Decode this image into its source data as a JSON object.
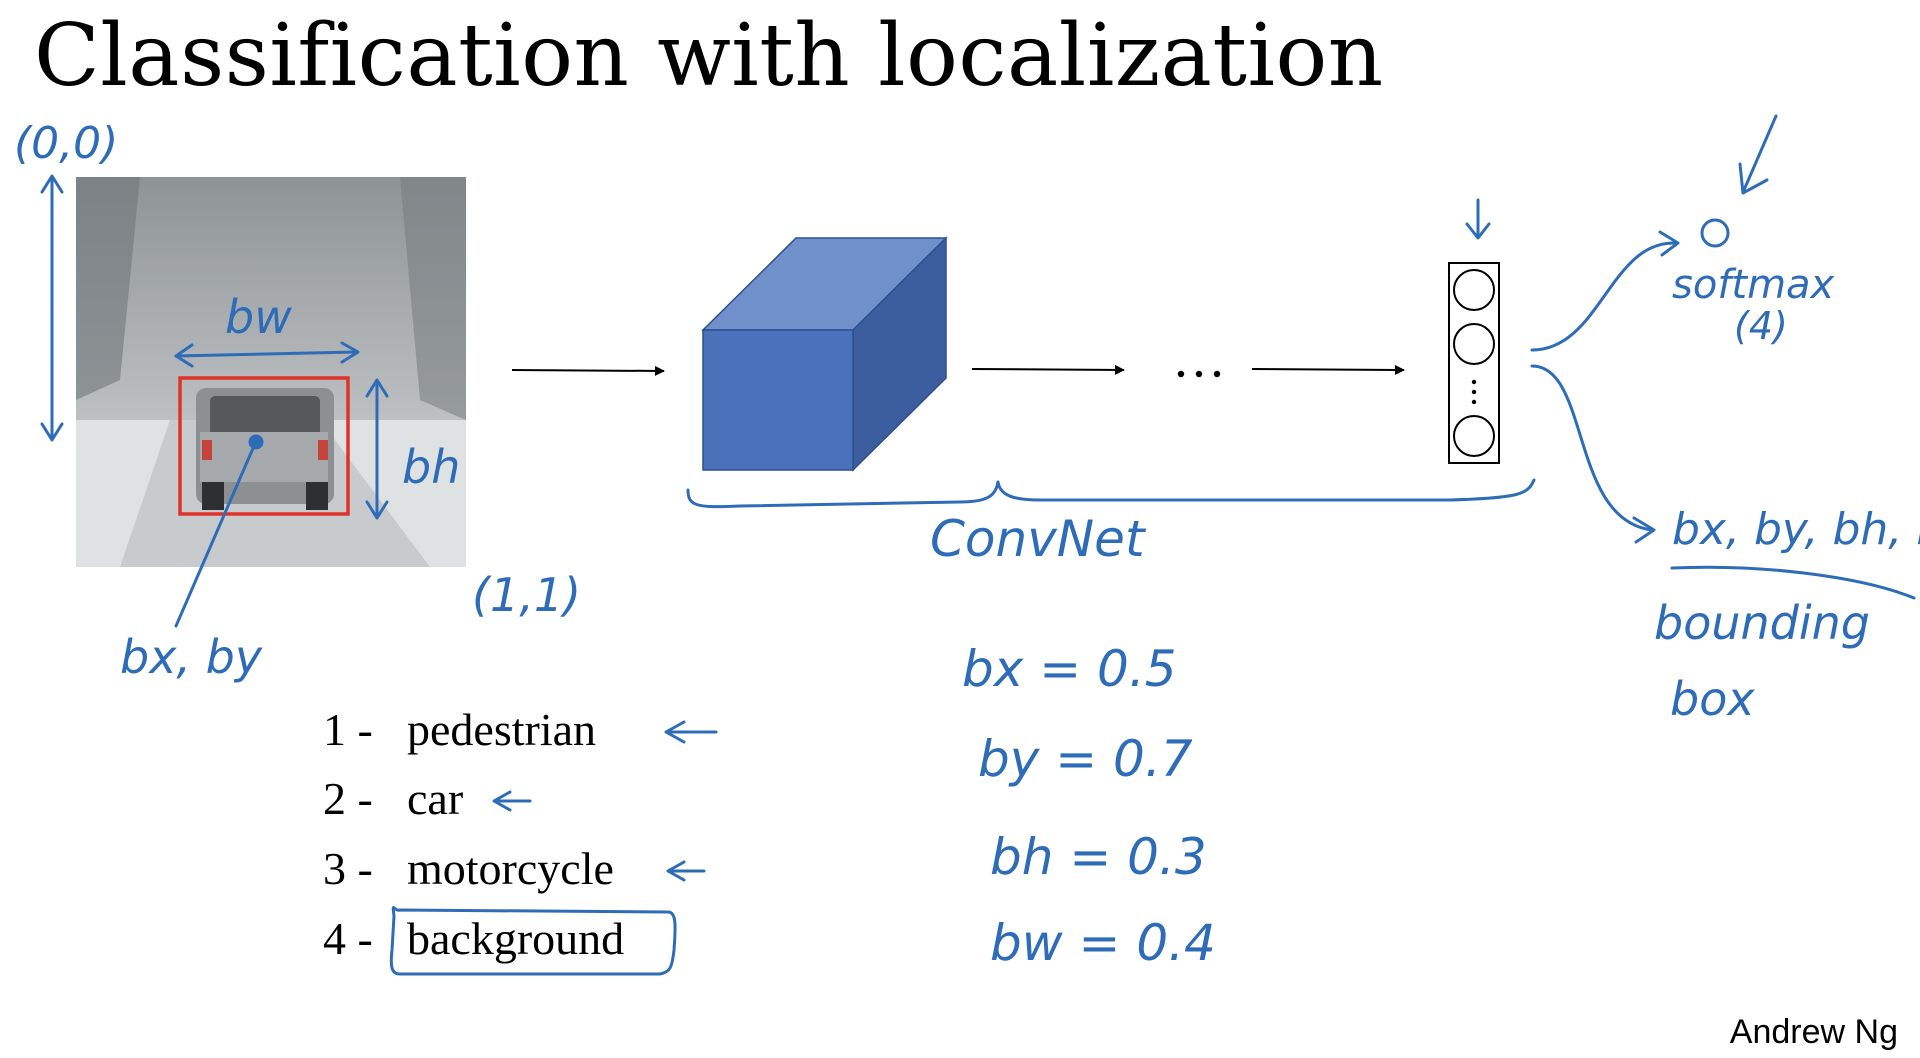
{
  "slide": {
    "title": "Classification with localization",
    "author": "Andrew Ng"
  },
  "classes": [
    {
      "num": "1 -",
      "label": "pedestrian"
    },
    {
      "num": "2 -",
      "label": "car"
    },
    {
      "num": "3 -",
      "label": "motorcycle"
    },
    {
      "num": "4 -",
      "label": "background"
    }
  ],
  "annotations": {
    "origin": "(0,0)",
    "corner": "(1,1)",
    "bw": "bw",
    "bh": "bh",
    "bxby": "bx, by",
    "convnet": "ConvNet",
    "ellipsis": "...",
    "softmax": "softmax",
    "softmax_count": "(4)",
    "outputs": "bx, by, bh, bw",
    "bbox_line1": "bounding",
    "bbox_line2": "box",
    "bx_eq": "bx = 0.5",
    "by_eq": "by = 0.7",
    "bh_eq": "bh = 0.3",
    "bw_eq": "bw = 0.4"
  },
  "colors": {
    "ink": "#2f6cb8",
    "cube_front": "#4a72bb",
    "cube_top": "#7090cc",
    "cube_side": "#3c5e9e",
    "bbox_red": "#e0322b"
  }
}
